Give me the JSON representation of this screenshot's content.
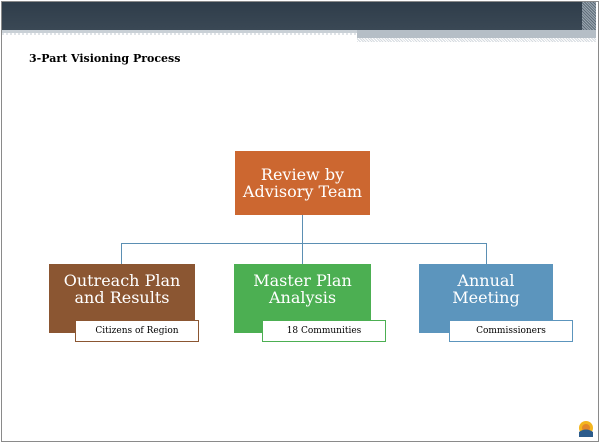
{
  "slide": {
    "title": "3-Part Visioning Process"
  },
  "diagram": {
    "root": {
      "label": "Review by\nAdvisory Team",
      "color": "#cc6730"
    },
    "children": [
      {
        "label": "Outreach Plan\nand Results",
        "sub": "Citizens of Region",
        "color": "#8b5632"
      },
      {
        "label": "Master Plan\nAnalysis",
        "sub": "18 Communities",
        "color": "#4caf52"
      },
      {
        "label": "Annual\nMeeting",
        "sub": "Commissioners",
        "color": "#5c95bd"
      }
    ],
    "connector_color": "#5b8fb3"
  },
  "logo": {
    "icon": "sun-logo-icon"
  }
}
